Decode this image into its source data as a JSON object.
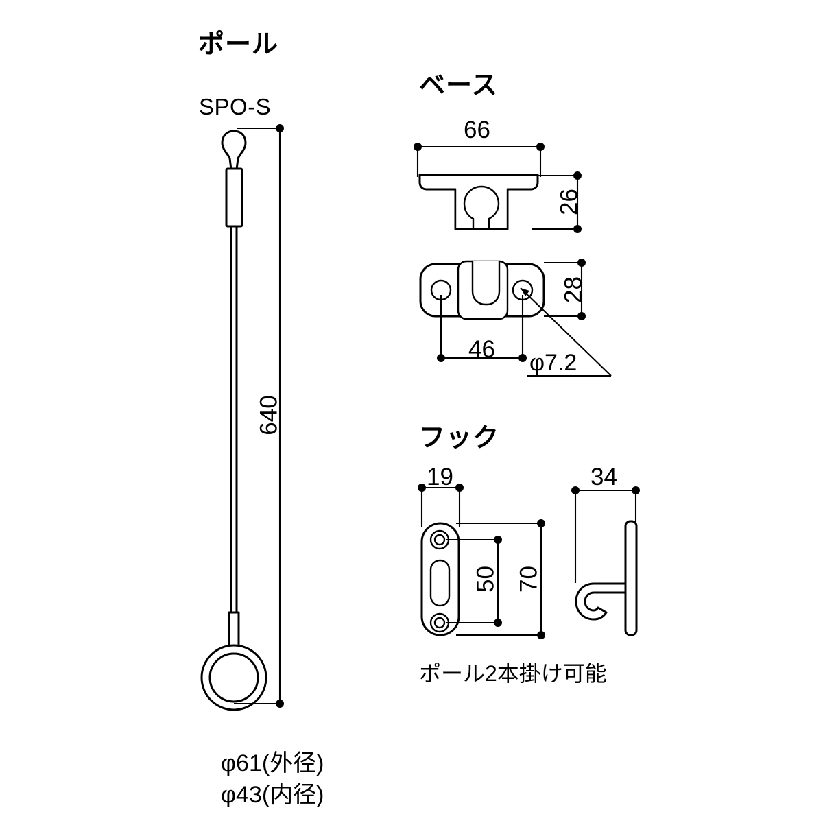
{
  "sections": {
    "pole": {
      "heading": "ポール",
      "model": "SPO-S",
      "length_dim": "640",
      "outer_diameter": "φ61(外径)",
      "inner_diameter": "φ43(内径)"
    },
    "base": {
      "heading": "ベース",
      "width_dim": "66",
      "depth_dim": "26",
      "height_dim": "28",
      "hole_spacing_dim": "46",
      "hole_diameter": "φ7.2"
    },
    "hook": {
      "heading": "フック",
      "plate_width_dim": "19",
      "projection_dim": "34",
      "hole_spacing_dim": "50",
      "plate_height_dim": "70",
      "note": "ポール2本掛け可能"
    }
  },
  "colors": {
    "line": "#000000",
    "background": "#ffffff"
  }
}
